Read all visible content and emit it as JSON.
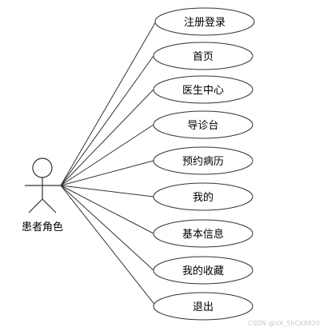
{
  "actor": {
    "label": "患者角色"
  },
  "use_cases": [
    {
      "label": "注册登录"
    },
    {
      "label": "首页"
    },
    {
      "label": "医生中心"
    },
    {
      "label": "导诊台"
    },
    {
      "label": "预约病历"
    },
    {
      "label": "我的"
    },
    {
      "label": "基本信息"
    },
    {
      "label": "我的收藏"
    },
    {
      "label": "退出"
    }
  ],
  "watermark": "CSDN @VX_ShCX8820"
}
